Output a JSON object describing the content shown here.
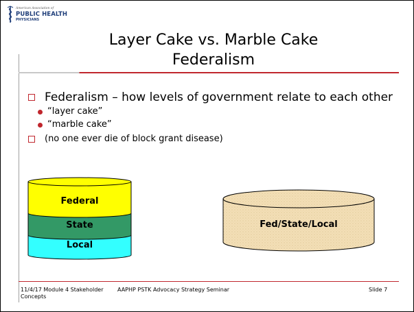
{
  "logo": {
    "small_text": "American Association of",
    "main_text": "PUBLIC HEALTH",
    "sub_text": "PHYSICIANS",
    "icon": "caduceus-icon"
  },
  "title": {
    "line1": "Layer Cake vs. Marble Cake",
    "line2": "Federalism"
  },
  "bullets": {
    "main": "Federalism – how levels of government relate to each other",
    "subs": [
      "“layer cake”",
      "“marble cake”"
    ],
    "second": "(no one ever die of block grant disease)"
  },
  "layer_cake": {
    "layers": [
      "Federal",
      "State",
      "Local"
    ],
    "colors": {
      "federal": "#ffff00",
      "state": "#339966",
      "local": "#33ffff"
    }
  },
  "marble_cake": {
    "label": "Fed/State/Local",
    "color": "#f3dfb6"
  },
  "footer": {
    "left": "11/4/17 Module 4 Stakeholder Concepts",
    "center": "AAPHP PSTK Advocacy Strategy Seminar",
    "right": "Slide 7"
  },
  "colors": {
    "accent": "#c0262d",
    "logo_blue": "#1f3e7a"
  }
}
